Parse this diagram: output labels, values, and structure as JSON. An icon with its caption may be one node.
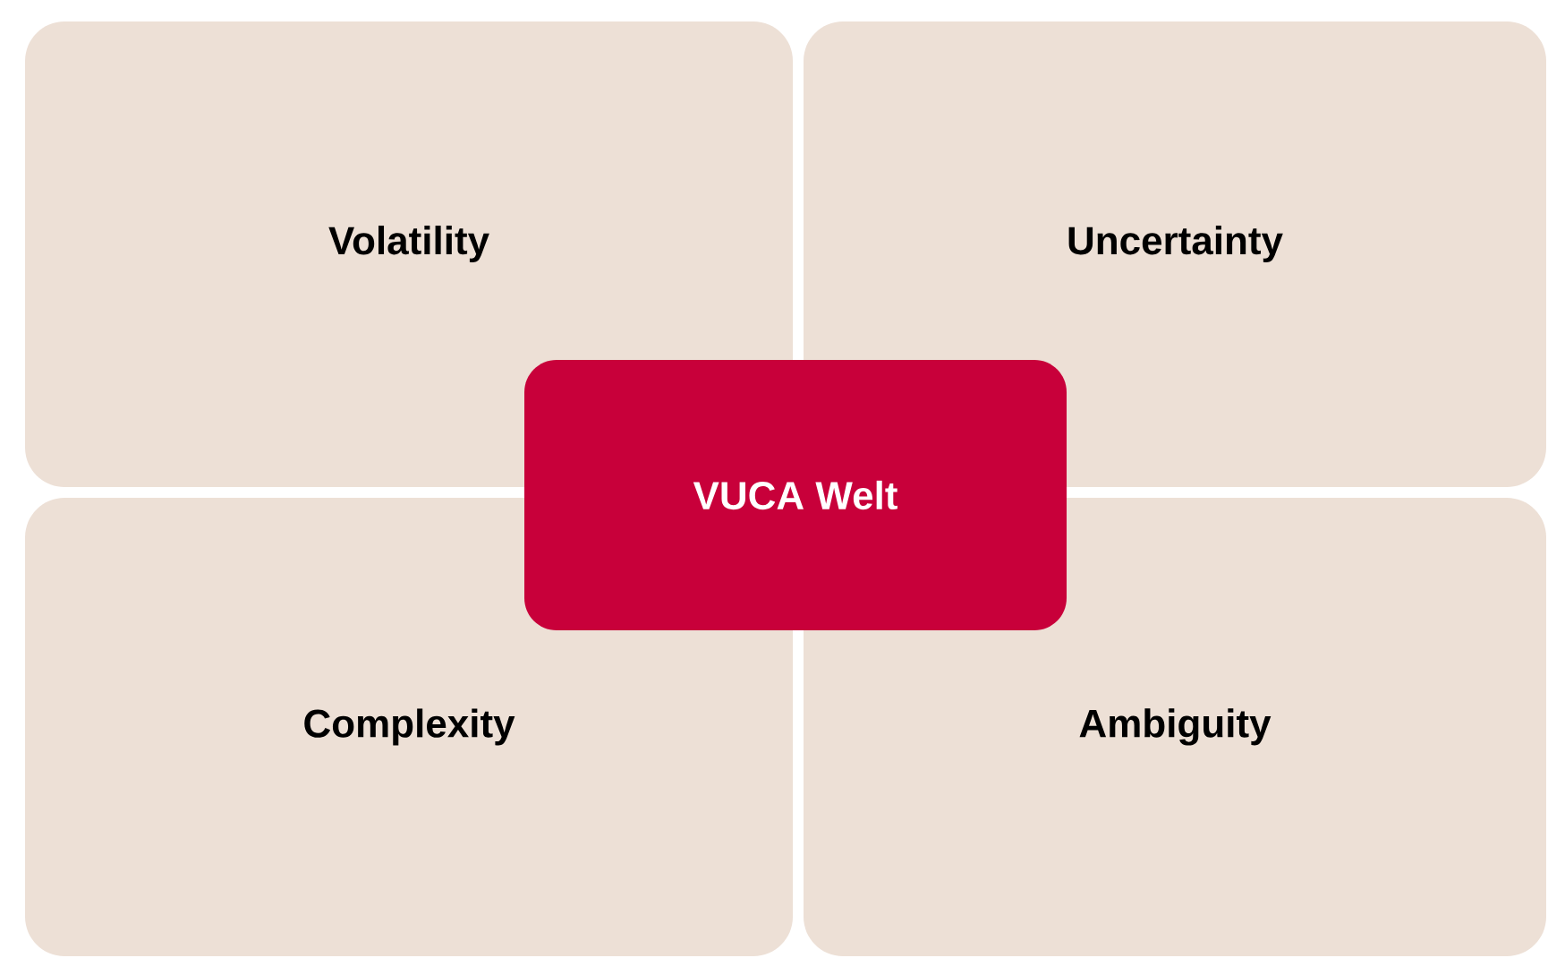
{
  "diagram": {
    "nodes": [
      {
        "text": [
          "Volatility"
        ]
      },
      {
        "text": [
          "Uncertainty"
        ]
      },
      {
        "text": [
          "VUCA Welt"
        ]
      },
      {
        "text": [
          "Complexity"
        ]
      },
      {
        "text": [
          "Ambiguity"
        ]
      }
    ]
  }
}
